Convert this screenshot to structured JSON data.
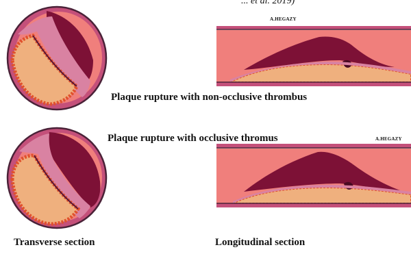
{
  "header": {
    "cropped_text": "... et al. 2019)"
  },
  "watermark_top": "A.HEGAZY",
  "watermark_bottom": "A.HEGAZY",
  "captions": {
    "non_occlusive": "Plaque rupture with non-occlusive thrombus",
    "occlusive": "Plaque rupture with occlusive thromus"
  },
  "section_labels": {
    "transverse": "Transverse section",
    "longitudinal": "Longitudinal section"
  },
  "colors": {
    "vessel_wall": "#c4507a",
    "wall_outline": "#4a2238",
    "lumen": "#f07f7c",
    "intima": "#d982a2",
    "thrombus": "#7d1136",
    "lipid_core": "#efb07e",
    "lipid_border": "#e0512c",
    "cap_line": "#5a1535"
  }
}
